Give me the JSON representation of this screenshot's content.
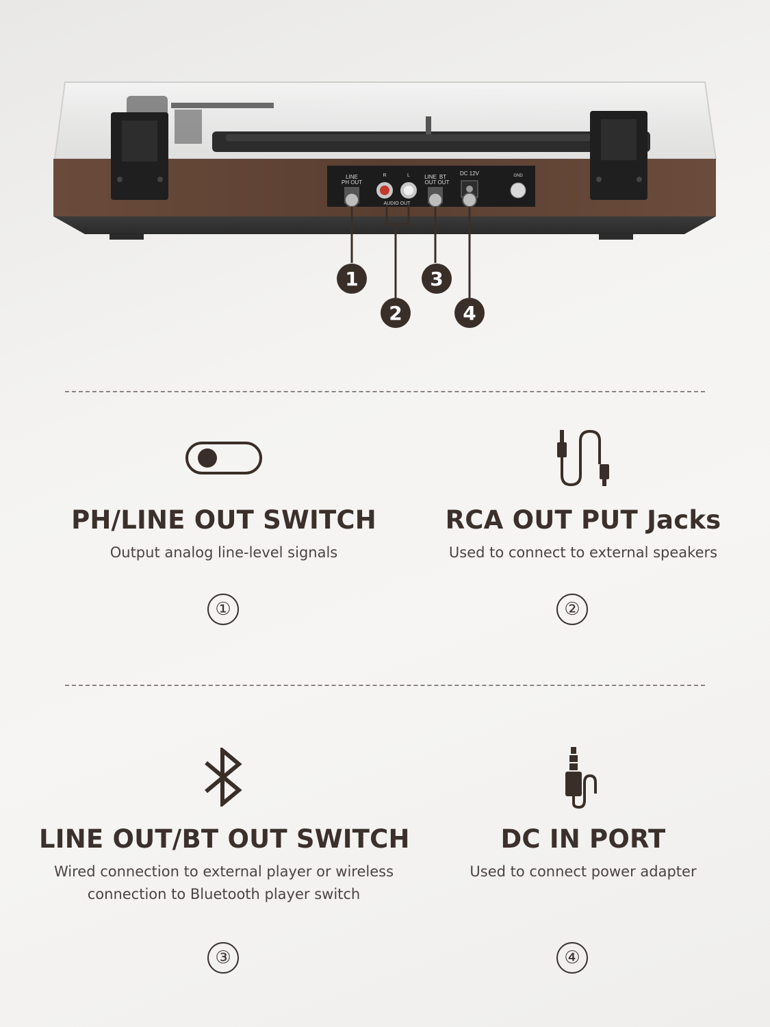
{
  "device_labels": {
    "line": "LINE",
    "ph_out": "PH OUT",
    "r": "R",
    "l": "L",
    "audio_out": "AUDIO OUT",
    "line_out_a": "LINE",
    "line_out_b": "OUT",
    "bt": "BT",
    "bt_out": "OUT",
    "dc": "DC 12V",
    "gnd": "GND"
  },
  "callouts": [
    "1",
    "2",
    "3",
    "4"
  ],
  "features": [
    {
      "icon": "toggle-switch-icon",
      "title": "PH/LINE OUT SWITCH",
      "description": "Output analog line-level signals",
      "number": "①"
    },
    {
      "icon": "rca-cable-icon",
      "title": "RCA OUT PUT Jacks",
      "description": "Used to connect to external speakers",
      "number": "②"
    },
    {
      "icon": "bluetooth-icon",
      "title": "LINE OUT/BT OUT SWITCH",
      "description": "Wired connection to external player or wireless connection to Bluetooth player switch",
      "number": "③"
    },
    {
      "icon": "dc-plug-icon",
      "title": "DC IN PORT",
      "description": "Used to connect power adapter",
      "number": "④"
    }
  ],
  "colors": {
    "wood": "#5a3f31",
    "accent_dark": "#3a2e29",
    "background": "#f4f3f1"
  }
}
